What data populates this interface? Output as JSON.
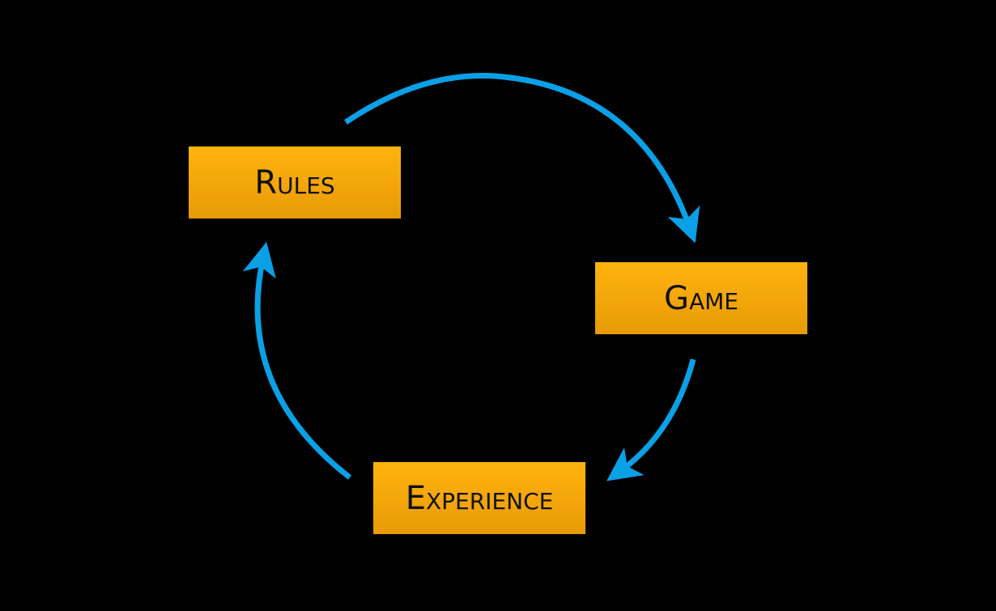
{
  "diagram": {
    "type": "cycle",
    "nodes": [
      {
        "id": "rules",
        "label": "Rules"
      },
      {
        "id": "game",
        "label": "Game"
      },
      {
        "id": "experience",
        "label": "Experience"
      }
    ],
    "edges": [
      {
        "from": "rules",
        "to": "game"
      },
      {
        "from": "game",
        "to": "experience"
      },
      {
        "from": "experience",
        "to": "rules"
      }
    ],
    "colors": {
      "background": "#000000",
      "node_fill": "#ffb30f",
      "node_text": "#111111",
      "arrow": "#0aa0e6"
    }
  }
}
